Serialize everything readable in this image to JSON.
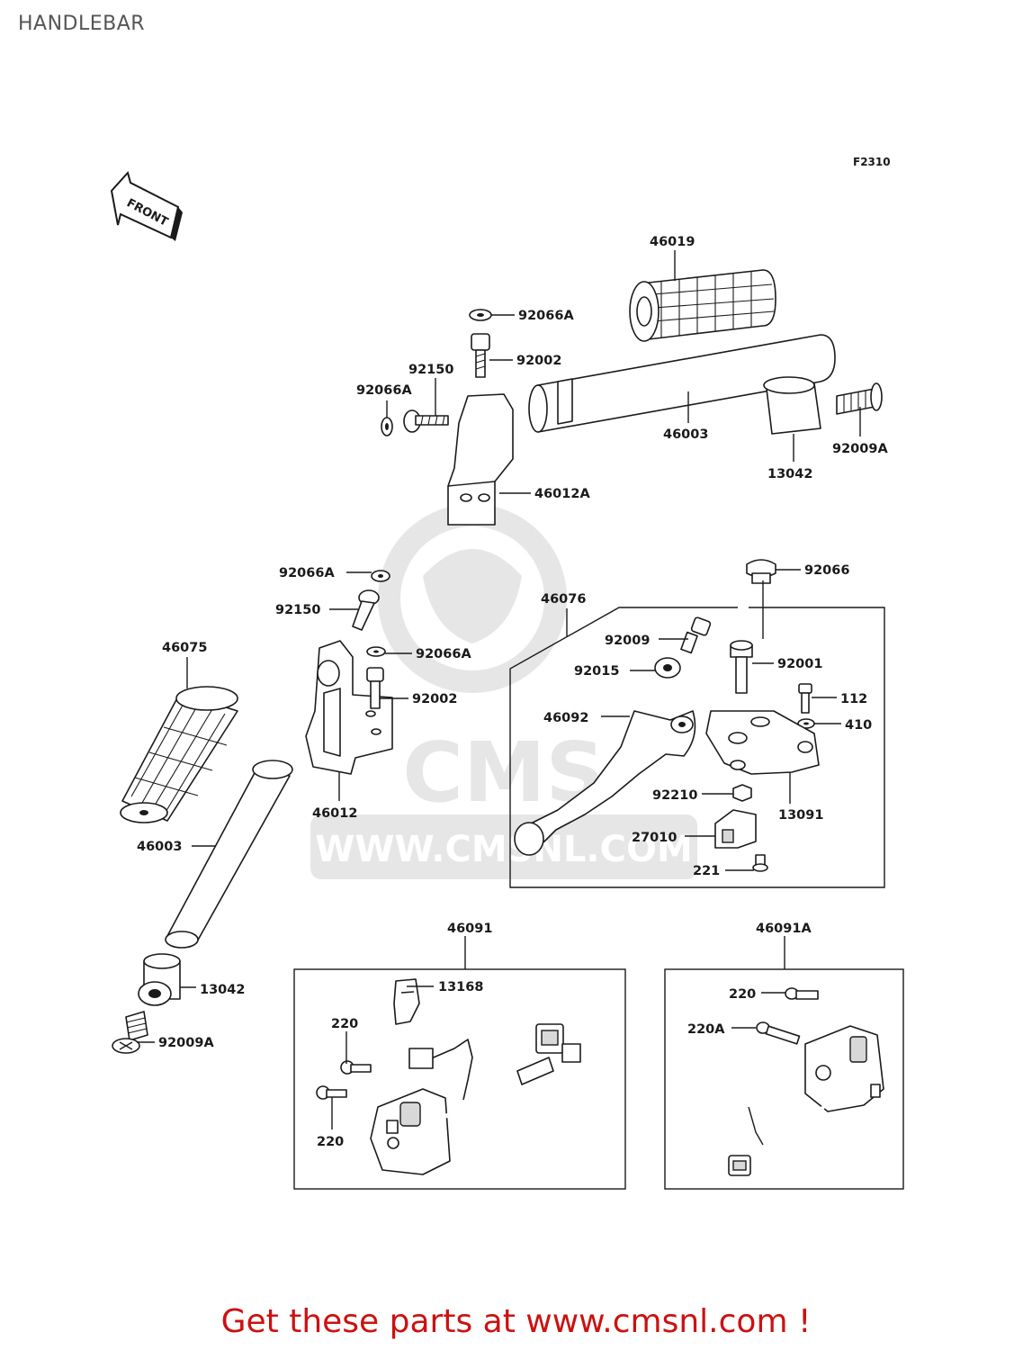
{
  "page": {
    "title": "HANDLEBAR",
    "figure_code": "F2310",
    "front_label": "FRONT",
    "watermark_url": "WWW.CMSNL.COM",
    "watermark_logo": "CMS",
    "footer_cta": "Get these parts at www.cmsnl.com !"
  },
  "parts": [
    {
      "key": "p46019",
      "label": "46019"
    },
    {
      "key": "p92066A_1",
      "label": "92066A"
    },
    {
      "key": "p92002_1",
      "label": "92002"
    },
    {
      "key": "p92150_1",
      "label": "92150"
    },
    {
      "key": "p92066A_2",
      "label": "92066A"
    },
    {
      "key": "p46003_1",
      "label": "46003"
    },
    {
      "key": "p13042_1",
      "label": "13042"
    },
    {
      "key": "p92009A_1",
      "label": "92009A"
    },
    {
      "key": "p46012A",
      "label": "46012A"
    },
    {
      "key": "p92066A_3",
      "label": "92066A"
    },
    {
      "key": "p92150_2",
      "label": "92150"
    },
    {
      "key": "p46075",
      "label": "46075"
    },
    {
      "key": "p92066A_4",
      "label": "92066A"
    },
    {
      "key": "p92002_2",
      "label": "92002"
    },
    {
      "key": "p46012",
      "label": "46012"
    },
    {
      "key": "p46003_2",
      "label": "46003"
    },
    {
      "key": "p13042_2",
      "label": "13042"
    },
    {
      "key": "p92009A_2",
      "label": "92009A"
    },
    {
      "key": "p46076",
      "label": "46076"
    },
    {
      "key": "p92066",
      "label": "92066"
    },
    {
      "key": "p92009",
      "label": "92009"
    },
    {
      "key": "p92015",
      "label": "92015"
    },
    {
      "key": "p92001",
      "label": "92001"
    },
    {
      "key": "p112",
      "label": "112"
    },
    {
      "key": "p410",
      "label": "410"
    },
    {
      "key": "p46092",
      "label": "46092"
    },
    {
      "key": "p92210",
      "label": "92210"
    },
    {
      "key": "p13091",
      "label": "13091"
    },
    {
      "key": "p27010",
      "label": "27010"
    },
    {
      "key": "p221",
      "label": "221"
    },
    {
      "key": "p46091",
      "label": "46091"
    },
    {
      "key": "p13168",
      "label": "13168"
    },
    {
      "key": "p220_1",
      "label": "220"
    },
    {
      "key": "p220_2",
      "label": "220"
    },
    {
      "key": "p46091A",
      "label": "46091A"
    },
    {
      "key": "p220_3",
      "label": "220"
    },
    {
      "key": "p220A",
      "label": "220A"
    }
  ]
}
